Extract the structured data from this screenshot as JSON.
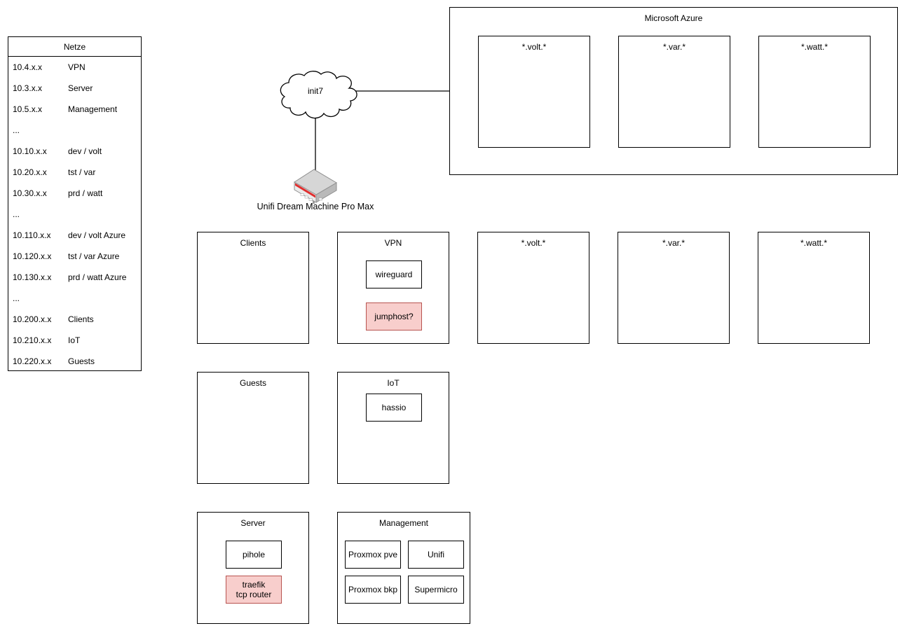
{
  "colors": {
    "alert_fill": "#f8cecc",
    "alert_stroke": "#b85450",
    "router_stripe_red": "#e02f2f",
    "line": "#000000"
  },
  "netze": {
    "title": "Netze",
    "rows": [
      {
        "range": "10.4.x.x",
        "label": "VPN"
      },
      {
        "range": "10.3.x.x",
        "label": "Server"
      },
      {
        "range": "10.5.x.x",
        "label": "Management"
      },
      {
        "range": "...",
        "label": ""
      },
      {
        "range": "10.10.x.x",
        "label": "dev / volt"
      },
      {
        "range": "10.20.x.x",
        "label": "tst / var"
      },
      {
        "range": "10.30.x.x",
        "label": "prd / watt"
      },
      {
        "range": "...",
        "label": ""
      },
      {
        "range": "10.110.x.x",
        "label": "dev / volt Azure"
      },
      {
        "range": "10.120.x.x",
        "label": "tst / var Azure"
      },
      {
        "range": "10.130.x.x",
        "label": "prd / watt Azure"
      },
      {
        "range": "...",
        "label": ""
      },
      {
        "range": "10.200.x.x",
        "label": "Clients"
      },
      {
        "range": "10.210.x.x",
        "label": "IoT"
      },
      {
        "range": "10.220.x.x",
        "label": "Guests"
      }
    ]
  },
  "wan": {
    "cloud_label": "init7",
    "router_label": "Unifi Dream Machine Pro Max"
  },
  "azure": {
    "title": "Microsoft Azure",
    "zones": [
      "*.volt.*",
      "*.var.*",
      "*.watt.*"
    ]
  },
  "lan": {
    "clients_title": "Clients",
    "vpn": {
      "title": "VPN",
      "wireguard": "wireguard",
      "jumphost": "jumphost?"
    },
    "zones": [
      "*.volt.*",
      "*.var.*",
      "*.watt.*"
    ],
    "guests_title": "Guests",
    "iot": {
      "title": "IoT",
      "hassio": "hassio"
    },
    "server": {
      "title": "Server",
      "pihole": "pihole",
      "traefik": "traefik\ntcp router"
    },
    "management": {
      "title": "Management",
      "proxmox_pve": "Proxmox pve",
      "unifi": "Unifi",
      "proxmox_bkp": "Proxmox bkp",
      "supermicro": "Supermicro"
    }
  }
}
